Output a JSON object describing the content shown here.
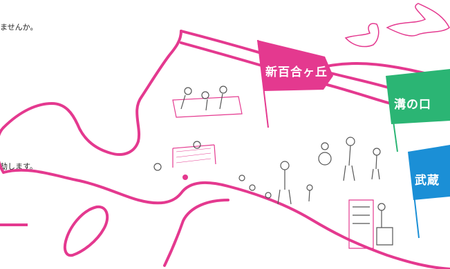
{
  "intro": {
    "line1": "ませんか。",
    "line2": "劫します。"
  },
  "flags": [
    {
      "label": "新百合ヶ丘",
      "color": "#e4398f"
    },
    {
      "label": "溝の口",
      "color": "#2bb574"
    },
    {
      "label": "武蔵",
      "color": "#1b8fd6"
    }
  ],
  "colors": {
    "route": "#e4398f",
    "sketch": "#e4398f",
    "people_ink": "#444444",
    "accent": "#e4398f"
  }
}
